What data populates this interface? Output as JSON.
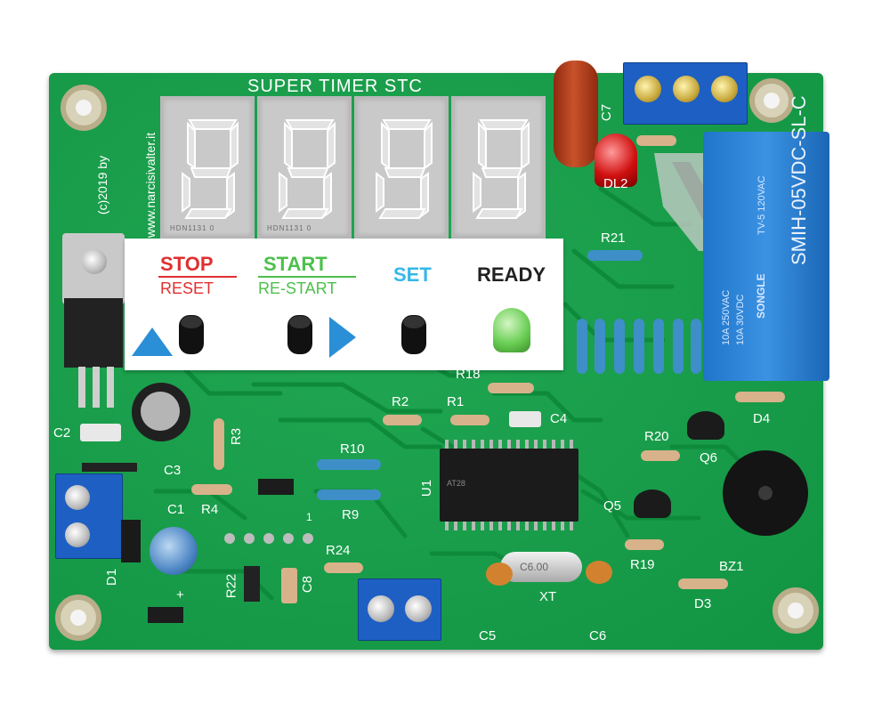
{
  "board": {
    "title": "SUPER TIMER STC",
    "credit_line1": "(c)2019 by",
    "credit_line2": "www.narcisivalter.it"
  },
  "display": {
    "digit_part_number": "HDN1131 0"
  },
  "front_panel": {
    "stop_label": "STOP",
    "reset_label": "RESET",
    "start_label": "START",
    "restart_label": "RE-START",
    "set_label": "SET",
    "ready_label": "READY",
    "colors": {
      "stop": "#e03030",
      "start": "#4cc04c",
      "set": "#35b7e8",
      "ready": "#222222",
      "arrow": "#2a8fd6"
    }
  },
  "silkscreen": {
    "c7": "C7",
    "dl2": "DL2",
    "r21": "R21",
    "r18": "R18",
    "r2": "R2",
    "r1": "R1",
    "c4": "C4",
    "r3": "R3",
    "c2": "C2",
    "c3": "C3",
    "r10": "R10",
    "r9": "R9",
    "u1": "U1",
    "r4": "R4",
    "c1": "C1",
    "d1": "D1",
    "r22": "R22",
    "c8": "C8",
    "r24": "R24",
    "plus": "+",
    "xt": "XT",
    "c5": "C5",
    "c6": "C6",
    "r19": "R19",
    "r20": "R20",
    "q6": "Q6",
    "q5": "Q5",
    "d4": "D4",
    "d3": "D3",
    "bz1": "BZ1",
    "one": "1"
  },
  "components": {
    "relay_brand": "SONGLE",
    "relay_model": "SMIH-05VDC-SL-C",
    "relay_rating_1": "TV-5 120VAC",
    "relay_rating_2": "10A 250VAC",
    "relay_rating_3": "10A 30VDC",
    "crystal_marking": "C6.00",
    "ic_marking": "AT28"
  }
}
